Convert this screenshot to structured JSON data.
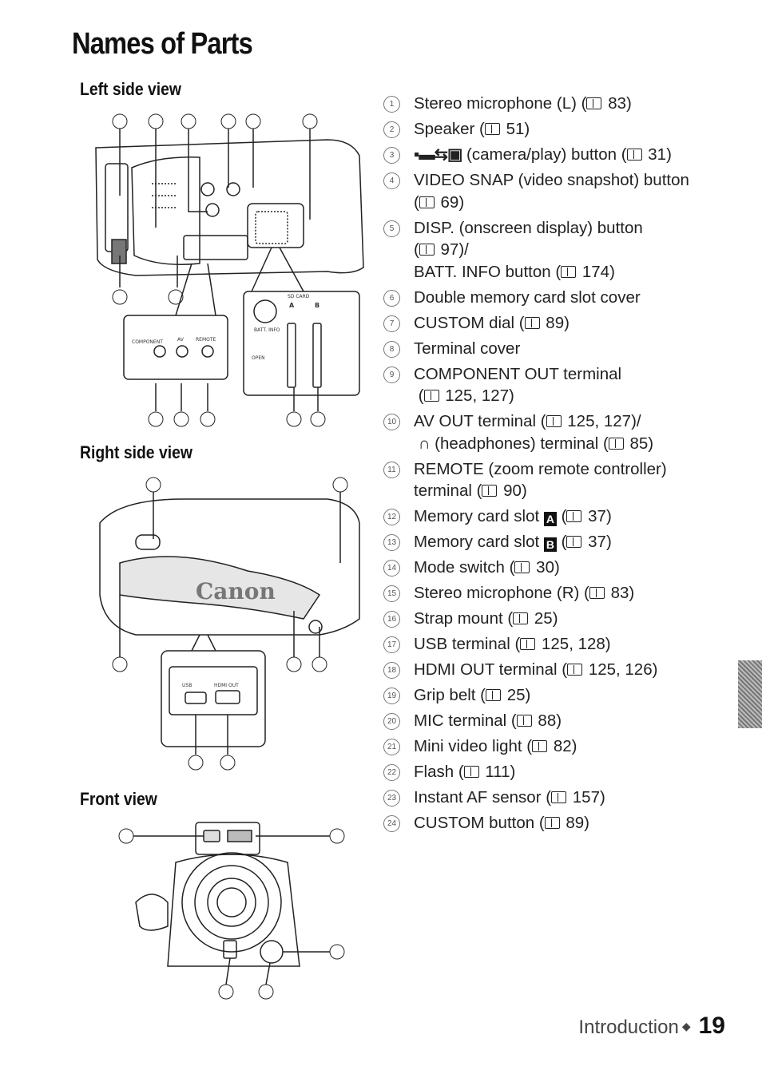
{
  "page_title": "Names of Parts",
  "sections": {
    "left": "Left side view",
    "right": "Right side view",
    "front": "Front view"
  },
  "figure_labels": {
    "sd_card": "SD CARD",
    "batt_info": "BATT. INFO",
    "open": "OPEN",
    "component": "COMPONENT",
    "av": "AV",
    "remote": "REMOTE",
    "usb": "USB",
    "hdmi_out": "HDMI OUT",
    "brand": "Canon",
    "a": "A",
    "b": "B"
  },
  "parts": [
    {
      "num": "1",
      "text": "Stereo microphone (L) (",
      "ref": "83)"
    },
    {
      "num": "2",
      "text": "Speaker (",
      "ref": "51)"
    },
    {
      "num": "3",
      "text": "(camera/play) button (",
      "ref": "31)",
      "icon": "camera-play-icon"
    },
    {
      "num": "4",
      "text": "VIDEO SNAP (video snapshot) button",
      "cont": "(",
      "ref": "69)"
    },
    {
      "num": "5",
      "text": "DISP. (onscreen display) button",
      "cont": "(",
      "ref": "97)/",
      "cont2": "BATT. INFO button (",
      "ref2": "174)"
    },
    {
      "num": "6",
      "text": "Double memory card slot cover"
    },
    {
      "num": "7",
      "text": "CUSTOM dial (",
      "ref": "89)"
    },
    {
      "num": "8",
      "text": "Terminal cover"
    },
    {
      "num": "9",
      "text": "COMPONENT OUT terminal",
      "cont": "(",
      "ref": "125, 127)"
    },
    {
      "num": "10",
      "text": "AV OUT terminal (",
      "ref": "125, 127)/",
      "cont": "(headphones) terminal (",
      "ref_c": "85)"
    },
    {
      "num": "11",
      "text": "REMOTE (zoom remote controller)",
      "cont": "terminal (",
      "ref_c": "90)"
    },
    {
      "num": "12",
      "text": "Memory card slot",
      "badge": "A",
      "ref": "37)"
    },
    {
      "num": "13",
      "text": "Memory card slot",
      "badge": "B",
      "ref": "37)"
    },
    {
      "num": "14",
      "text": "Mode switch (",
      "ref": "30)"
    },
    {
      "num": "15",
      "text": "Stereo microphone (R) (",
      "ref": "83)"
    },
    {
      "num": "16",
      "text": "Strap mount (",
      "ref": "25)"
    },
    {
      "num": "17",
      "text": "USB terminal (",
      "ref": "125, 128)"
    },
    {
      "num": "18",
      "text": "HDMI OUT terminal (",
      "ref": "125, 126)"
    },
    {
      "num": "19",
      "text": "Grip belt (",
      "ref": "25)"
    },
    {
      "num": "20",
      "text": "MIC terminal (",
      "ref": "88)"
    },
    {
      "num": "21",
      "text": "Mini video light (",
      "ref": "82)"
    },
    {
      "num": "22",
      "text": "Flash (",
      "ref": "111)"
    },
    {
      "num": "23",
      "text": "Instant AF sensor (",
      "ref": "157)"
    },
    {
      "num": "24",
      "text": "CUSTOM button (",
      "ref": "89)"
    }
  ],
  "footer": {
    "section": "Introduction",
    "page": "19"
  }
}
